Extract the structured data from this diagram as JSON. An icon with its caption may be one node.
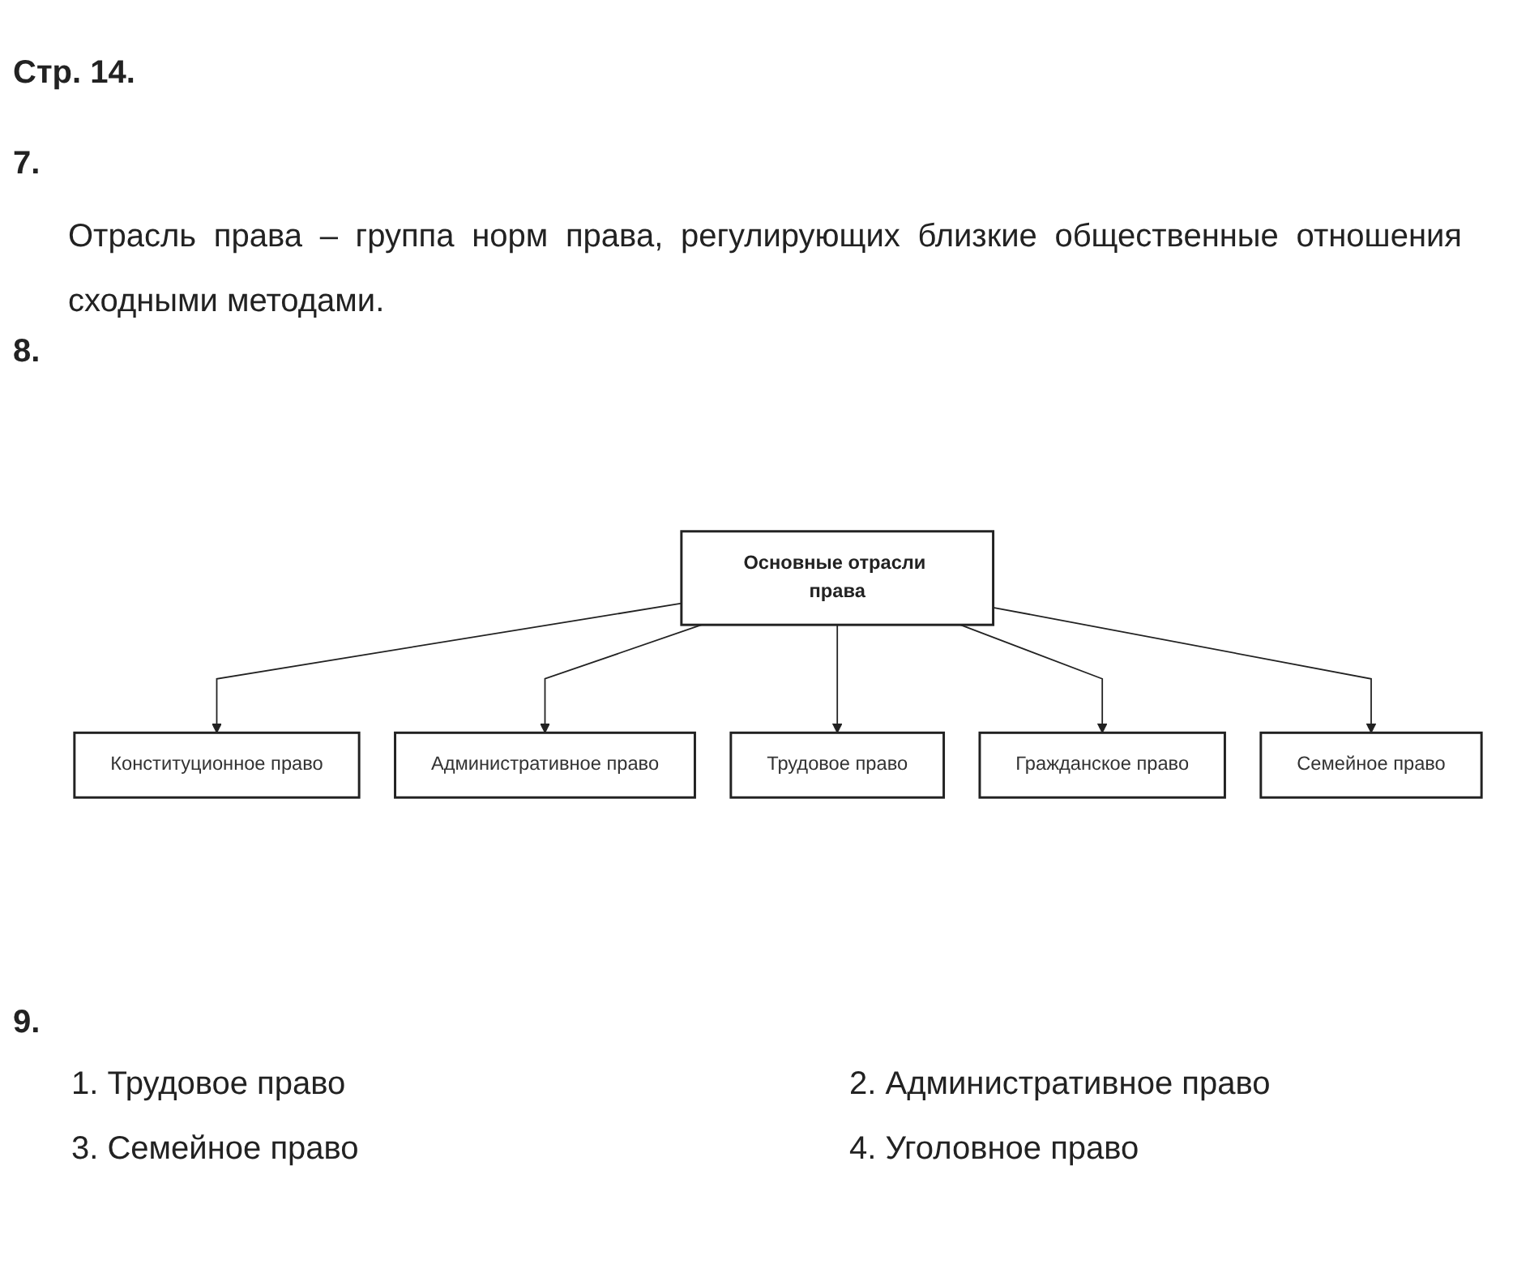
{
  "diagram": {
    "nodes": [
      {
        "text": [
          "Основные отрасли права"
        ]
      },
      {
        "text": [
          "Конституционное право"
        ]
      },
      {
        "text": [
          "Административное право"
        ]
      },
      {
        "text": [
          "Трудовое право"
        ]
      },
      {
        "text": [
          "Гражданское право"
        ]
      },
      {
        "text": [
          "Семейное право"
        ]
      }
    ],
    "edges": [
      {
        "from": 0,
        "to": 1,
        "arrow": "to"
      },
      {
        "from": 0,
        "to": 2,
        "arrow": "to"
      },
      {
        "from": 0,
        "to": 3,
        "arrow": "to"
      },
      {
        "from": 0,
        "to": 4,
        "arrow": "to"
      },
      {
        "from": 0,
        "to": 5,
        "arrow": "to"
      }
    ],
    "labels": [
      "Стр. 14.",
      "7.",
      "Отрасль права – группа норм права, регулирующих близкие общественные отношения сходными методами.",
      "8.",
      "9.",
      "1. Трудовое право",
      "2. Административное право",
      "3. Семейное право",
      "4. Уголовное право"
    ]
  }
}
